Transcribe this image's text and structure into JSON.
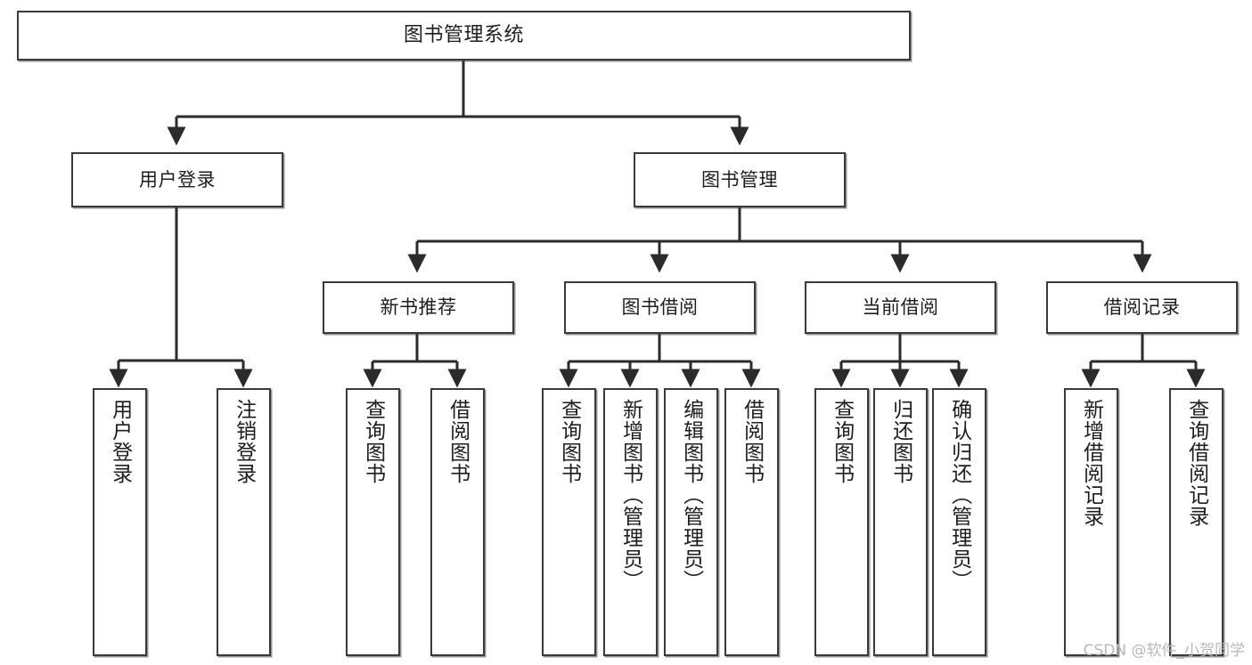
{
  "diagram": {
    "title": "图书管理系统",
    "type": "tree-hierarchy-functional-structure",
    "watermark": "CSDN @软件_小贺同学",
    "colors": {
      "box_border": "#3a3a3a",
      "box_fill": "#ffffff",
      "edge": "#2b2b2b",
      "text": "#1d1d1d",
      "watermark": "#b8b8b8",
      "background": "#ffffff"
    },
    "nodes": {
      "root": {
        "label": "图书管理系统"
      },
      "level2": [
        {
          "id": "user-login",
          "label": "用户登录"
        },
        {
          "id": "book-manage",
          "label": "图书管理"
        }
      ],
      "level3": [
        {
          "id": "new-book-recommend",
          "label": "新书推荐"
        },
        {
          "id": "book-borrow",
          "label": "图书借阅"
        },
        {
          "id": "current-borrow",
          "label": "当前借阅"
        },
        {
          "id": "borrow-record",
          "label": "借阅记录"
        }
      ],
      "leaves": {
        "user_login": [
          {
            "id": "leaf-user-login",
            "label": "用户登录"
          },
          {
            "id": "leaf-logout-login",
            "label": "注销登录"
          }
        ],
        "new_book_recommend": [
          {
            "id": "leaf-query-book-1",
            "label": "查询图书"
          },
          {
            "id": "leaf-borrow-book-1",
            "label": "借阅图书"
          }
        ],
        "book_borrow": [
          {
            "id": "leaf-query-book-2",
            "label": "查询图书"
          },
          {
            "id": "leaf-add-book",
            "label": "新增图书（管理员）"
          },
          {
            "id": "leaf-edit-book",
            "label": "编辑图书（管理员）"
          },
          {
            "id": "leaf-borrow-book-2",
            "label": "借阅图书"
          }
        ],
        "current_borrow": [
          {
            "id": "leaf-query-book-3",
            "label": "查询图书"
          },
          {
            "id": "leaf-return-book",
            "label": "归还图书"
          },
          {
            "id": "leaf-confirm-return",
            "label": "确认归还（管理员）"
          }
        ],
        "borrow_record": [
          {
            "id": "leaf-add-borrow-record",
            "label": "新增借阅记录"
          },
          {
            "id": "leaf-query-borrow-record",
            "label": "查询借阅记录"
          }
        ]
      }
    }
  }
}
